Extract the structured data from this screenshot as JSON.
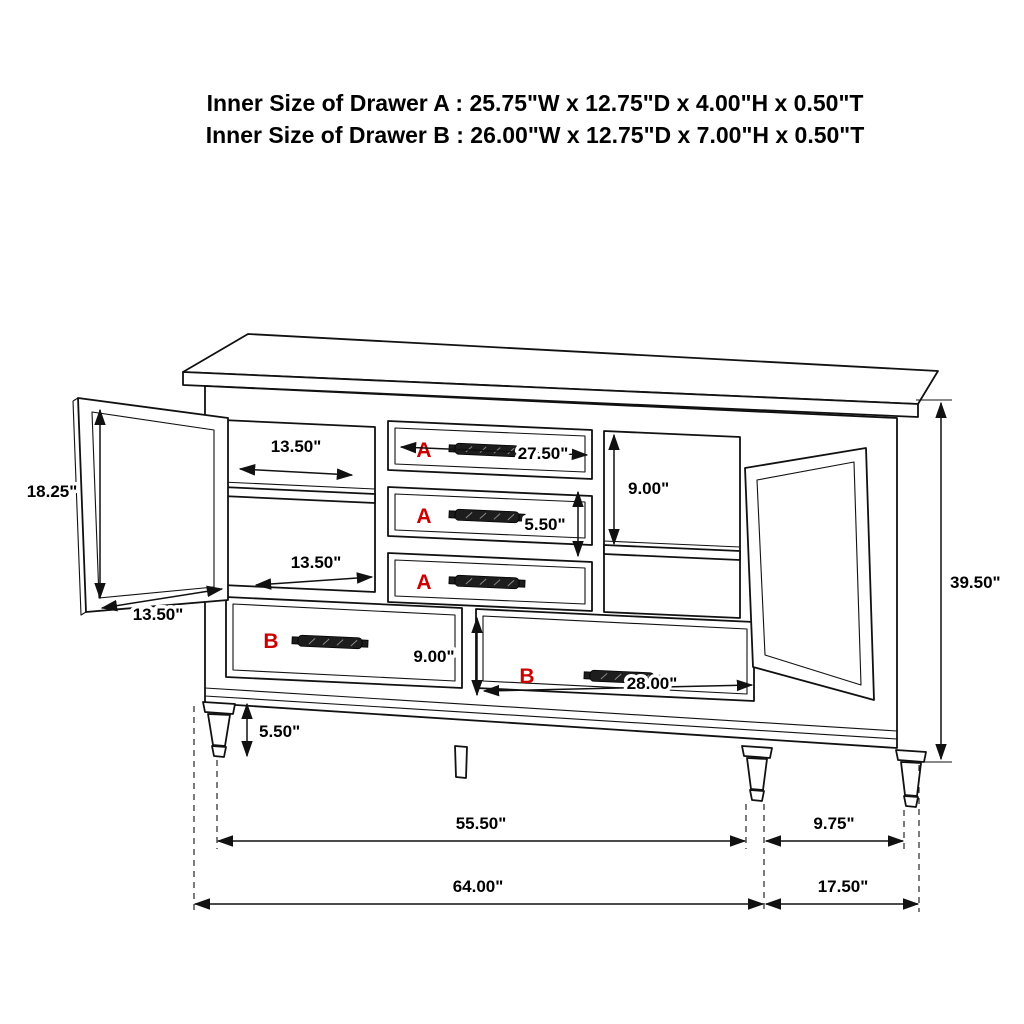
{
  "title": {
    "line1": "Inner Size of Drawer A : 25.75\"W x 12.75\"D x 4.00\"H x 0.50\"T",
    "line2": "Inner Size of Drawer B : 26.00\"W x 12.75\"D x 7.00\"H x 0.50\"T"
  },
  "drawer_labels": {
    "a1": "A",
    "a2": "A",
    "a3": "A",
    "b1": "B",
    "b2": "B"
  },
  "dimensions": {
    "left_shelf_width_top": "13.50\"",
    "left_door_height": "18.25\"",
    "left_shelf_width_bottom": "13.50\"",
    "left_door_width": "13.50\"",
    "drawer_a_width": "27.50\"",
    "right_compartment_height": "9.00\"",
    "drawer_a_height": "5.50\"",
    "overall_height": "39.50\"",
    "drawer_b_height": "9.00\"",
    "drawer_b_width": "28.00\"",
    "leg_height": "5.50\"",
    "front_leg_span": "55.50\"",
    "side_leg_span": "9.75\"",
    "overall_width": "64.00\"",
    "overall_depth": "17.50\""
  },
  "colors": {
    "line": "#111111",
    "accent_red": "#cc0000",
    "background": "#ffffff"
  }
}
